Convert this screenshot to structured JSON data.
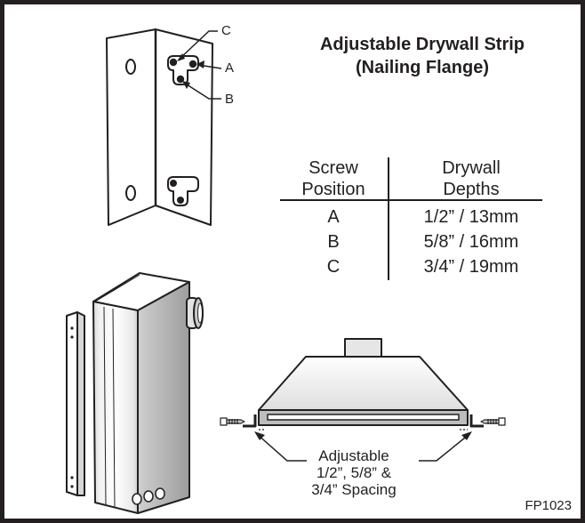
{
  "title": {
    "line1": "Adjustable Drywall Strip",
    "line2": "(Nailing Flange)"
  },
  "callouts": {
    "a": "A",
    "b": "B",
    "c": "C"
  },
  "table": {
    "header_left": [
      "Screw",
      "Position"
    ],
    "header_right": [
      "Drywall",
      "Depths"
    ],
    "rows": [
      {
        "position": "A",
        "depth": "1/2” / 13mm"
      },
      {
        "position": "B",
        "depth": "5/8” / 16mm"
      },
      {
        "position": "C",
        "depth": "3/4” / 19mm"
      }
    ]
  },
  "spacing_label": [
    "Adjustable",
    "1/2”, 5/8” &",
    "3/4” Spacing"
  ],
  "figure_code": "FP1023",
  "colors": {
    "ink": "#231f20",
    "shade_light": "#e6e6e6",
    "shade_mid": "#bdbdbd",
    "paper": "#ffffff"
  }
}
